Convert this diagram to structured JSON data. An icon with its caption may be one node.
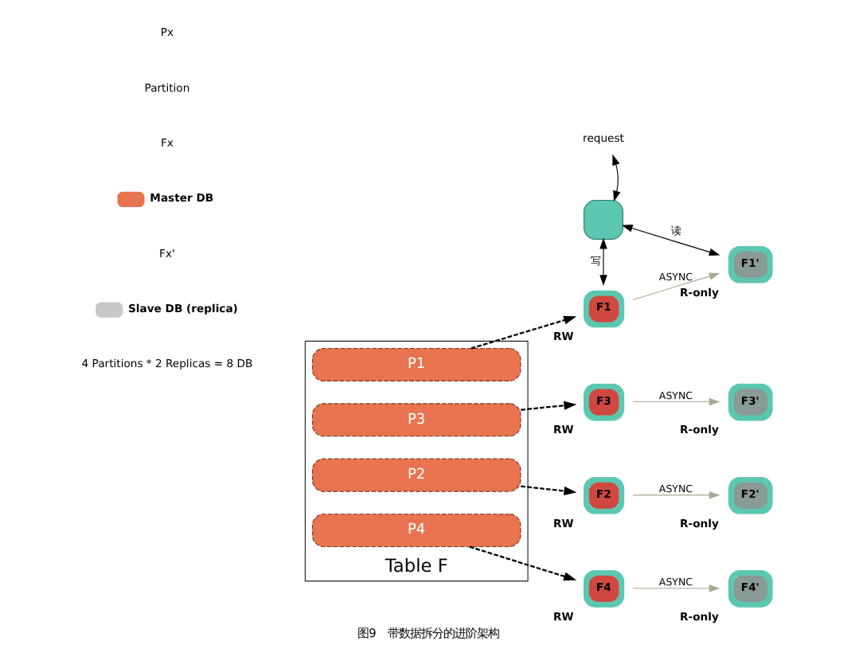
{
  "diagram": {
    "caption": "图9　带数据拆分的进阶架构",
    "nodes": [
      {
        "text": [
          "request"
        ]
      },
      {
        "text": [],
        "shape": "box"
      },
      {
        "text": [
          "Table F"
        ]
      },
      {
        "text": [
          "P1"
        ],
        "in": 2
      },
      {
        "text": [
          "P2"
        ],
        "in": 2
      },
      {
        "text": [
          "P3"
        ],
        "in": 2
      },
      {
        "text": [
          "P4"
        ],
        "in": 2
      },
      {
        "text": [
          "F1"
        ],
        "beside": [
          "RW"
        ]
      },
      {
        "text": [
          "F1'"
        ],
        "beside": [
          "R-only"
        ]
      },
      {
        "text": [
          "F3"
        ],
        "beside": [
          "RW"
        ]
      },
      {
        "text": [
          "F3'"
        ],
        "beside": [
          "R-only"
        ]
      },
      {
        "text": [
          "F2"
        ],
        "beside": [
          "RW"
        ]
      },
      {
        "text": [
          "F2'"
        ],
        "beside": [
          "R-only"
        ]
      },
      {
        "text": [
          "F4"
        ],
        "beside": [
          "RW"
        ]
      },
      {
        "text": [
          "F4'"
        ],
        "beside": [
          "R-only"
        ]
      }
    ],
    "edges": [
      {
        "from": 0,
        "to": 1,
        "arrow": "both"
      },
      {
        "from": 1,
        "to": 7,
        "arrow": "both",
        "label": "写"
      },
      {
        "from": 1,
        "to": 8,
        "arrow": "both",
        "label": "读"
      },
      {
        "from": 7,
        "to": 8,
        "arrow": "to",
        "label": "ASYNC",
        "color": "#a8a890"
      },
      {
        "from": 9,
        "to": 10,
        "arrow": "to",
        "label": "ASYNC",
        "color": "#a8a890"
      },
      {
        "from": 11,
        "to": 12,
        "arrow": "to",
        "label": "ASYNC",
        "color": "#a8a890"
      },
      {
        "from": 13,
        "to": 14,
        "arrow": "to",
        "label": "ASYNC",
        "color": "#a8a890"
      },
      {
        "from": 3,
        "to": 7,
        "arrow": "to",
        "style": "dashed"
      },
      {
        "from": 4,
        "to": 11,
        "arrow": "to",
        "style": "dashed"
      },
      {
        "from": 5,
        "to": 9,
        "arrow": "to",
        "style": "dashed"
      },
      {
        "from": 6,
        "to": 13,
        "arrow": "to",
        "style": "dashed"
      }
    ],
    "labels": [
      "4 Partitions * 2 Replicas = 8 DB",
      "Px",
      "Partition",
      "Fx",
      "Fx'"
    ],
    "legend": [
      {
        "text": "Master DB",
        "color": "#e8734f"
      },
      {
        "text": "Slave DB (replica)",
        "color": "#c8c8c8"
      }
    ]
  }
}
